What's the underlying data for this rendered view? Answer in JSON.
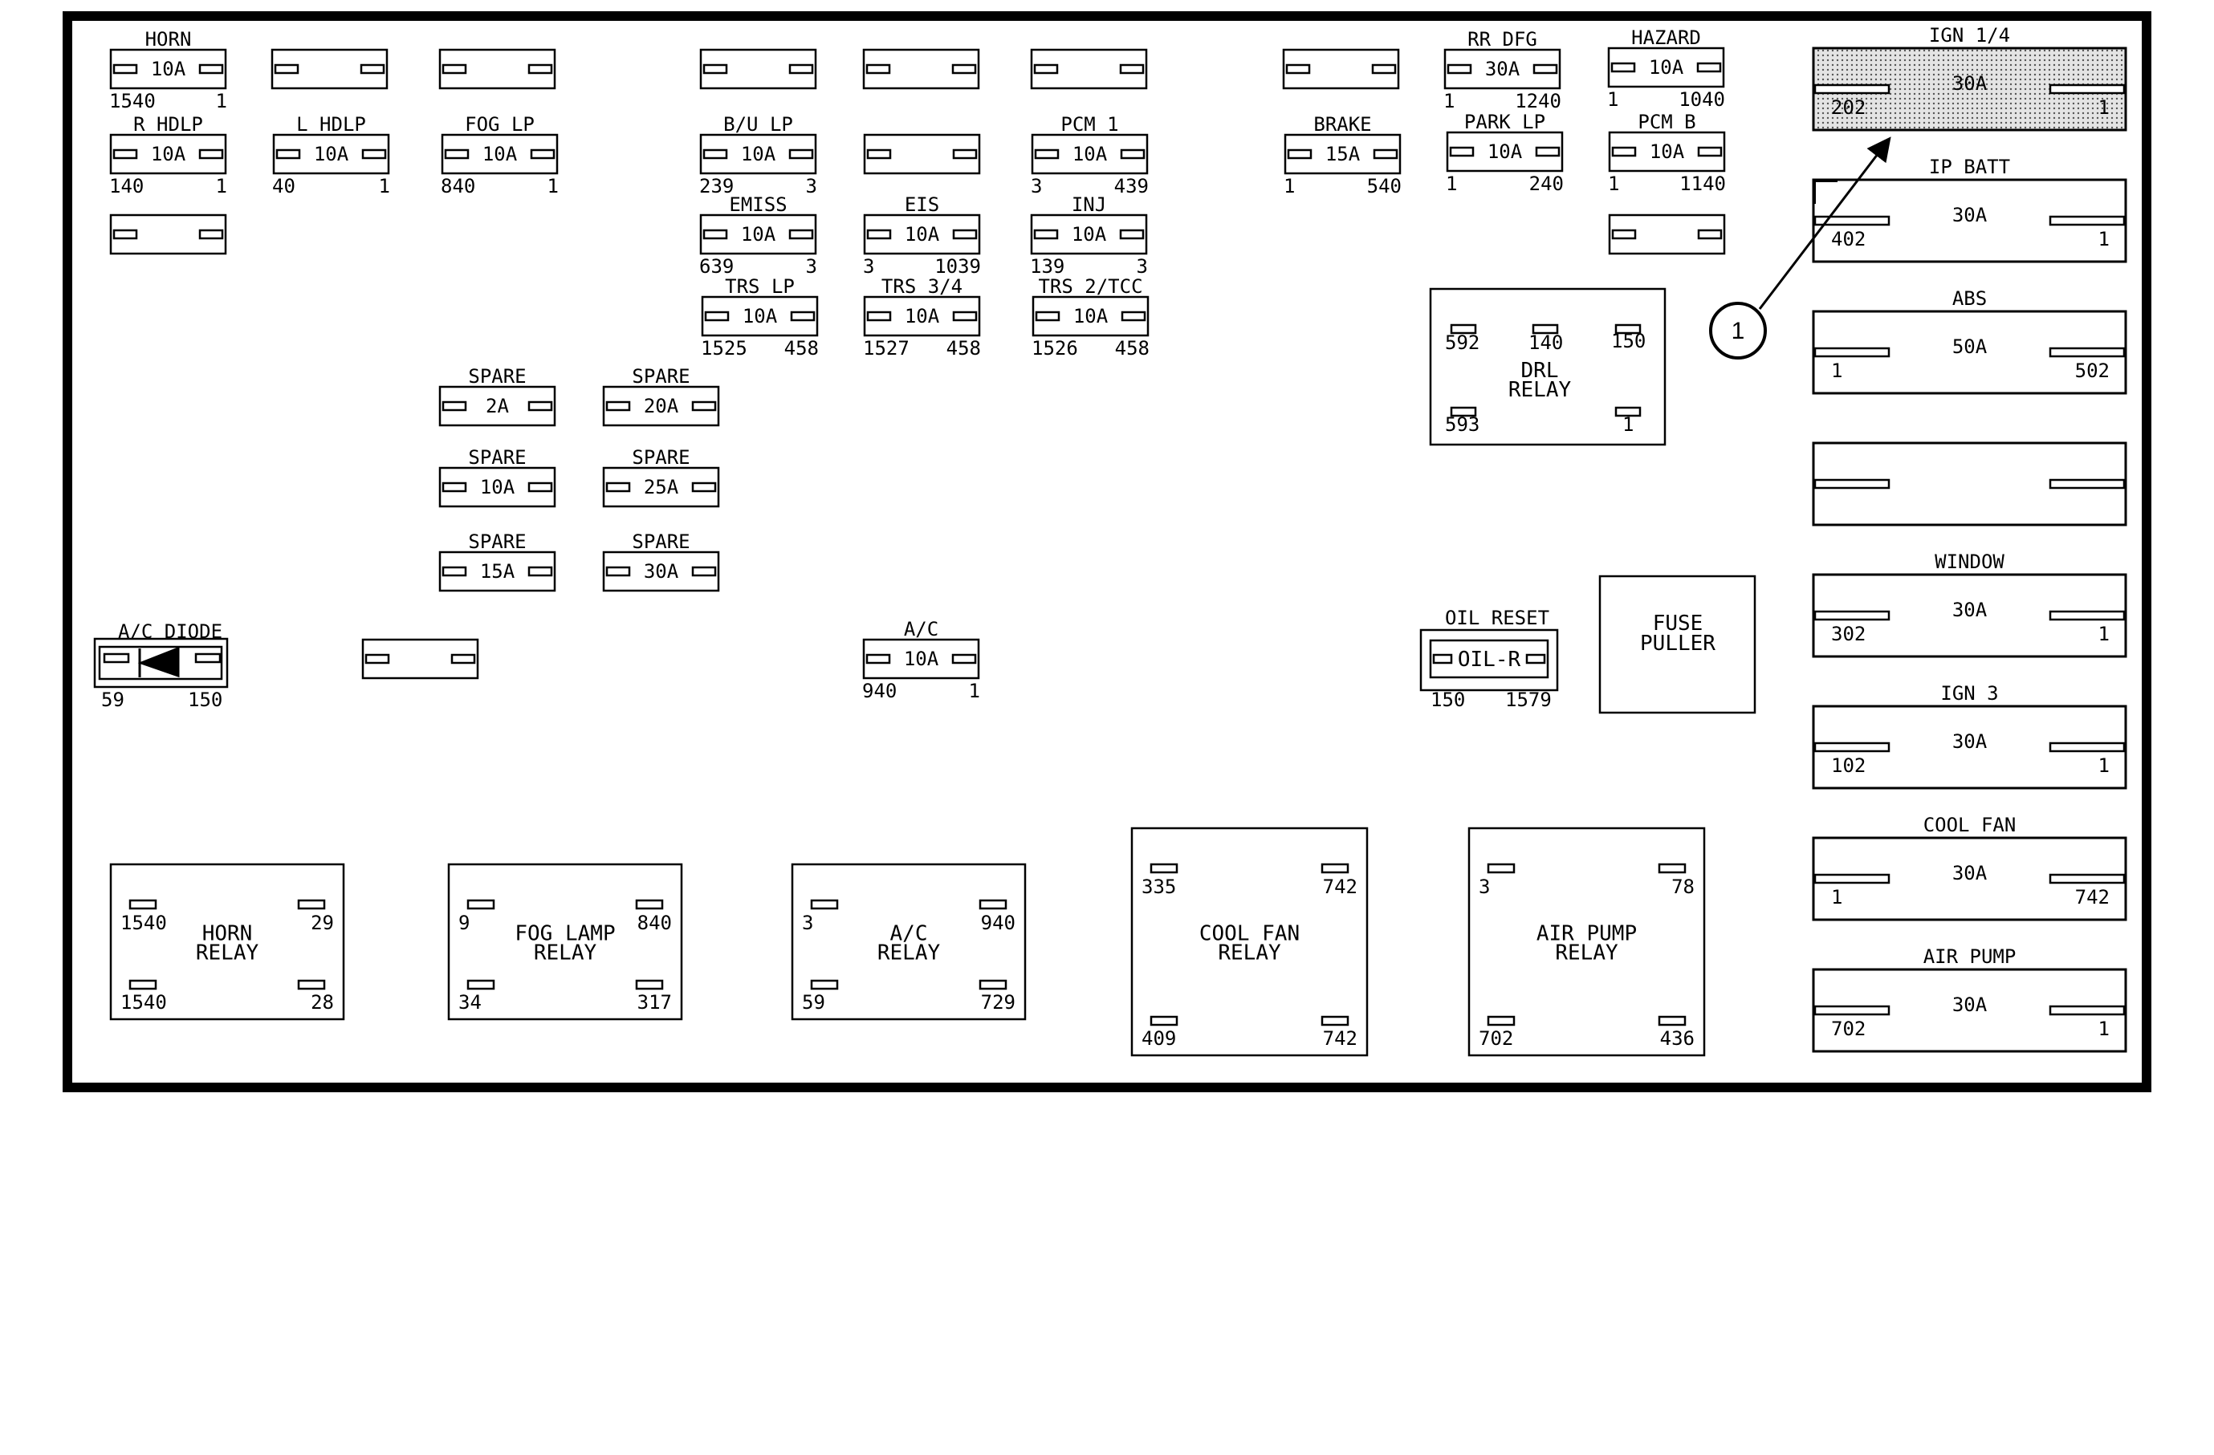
{
  "colors": {
    "ink": "#000000",
    "paper": "#ffffff",
    "highlight_fill": "#d8d8d8"
  },
  "callout": {
    "number": "1"
  },
  "mini_fuses": [
    {
      "label": "HORN",
      "rating": "10A",
      "left": "1540",
      "right": "1"
    },
    {
      "label": "",
      "rating": "",
      "left": "",
      "right": ""
    },
    {
      "label": "",
      "rating": "",
      "left": "",
      "right": ""
    },
    {
      "label": "",
      "rating": "",
      "left": "",
      "right": ""
    },
    {
      "label": "",
      "rating": "",
      "left": "",
      "right": ""
    },
    {
      "label": "",
      "rating": "",
      "left": "",
      "right": ""
    },
    {
      "label": "",
      "rating": "",
      "left": "",
      "right": ""
    },
    {
      "label": "RR DFG",
      "rating": "30A",
      "left": "1",
      "right": "1240"
    },
    {
      "label": "HAZARD",
      "rating": "10A",
      "left": "1",
      "right": "1040"
    },
    {
      "label": "R HDLP",
      "rating": "10A",
      "left": "140",
      "right": "1"
    },
    {
      "label": "L HDLP",
      "rating": "10A",
      "left": "40",
      "right": "1"
    },
    {
      "label": "FOG LP",
      "rating": "10A",
      "left": "840",
      "right": "1"
    },
    {
      "label": "B/U LP",
      "rating": "10A",
      "left": "239",
      "right": "3"
    },
    {
      "label": "",
      "rating": "",
      "left": "",
      "right": ""
    },
    {
      "label": "PCM 1",
      "rating": "10A",
      "left": "3",
      "right": "439"
    },
    {
      "label": "BRAKE",
      "rating": "15A",
      "left": "1",
      "right": "540"
    },
    {
      "label": "PARK LP",
      "rating": "10A",
      "left": "1",
      "right": "240"
    },
    {
      "label": "PCM B",
      "rating": "10A",
      "left": "1",
      "right": "1140"
    },
    {
      "label": "",
      "rating": "",
      "left": "",
      "right": ""
    },
    {
      "label": "EMISS",
      "rating": "10A",
      "left": "639",
      "right": "3"
    },
    {
      "label": "EIS",
      "rating": "10A",
      "left": "3",
      "right": "1039"
    },
    {
      "label": "INJ",
      "rating": "10A",
      "left": "139",
      "right": "3"
    },
    {
      "label": "",
      "rating": "",
      "left": "",
      "right": ""
    },
    {
      "label": "TRS LP",
      "rating": "10A",
      "left": "1525",
      "right": "458"
    },
    {
      "label": "TRS 3/4",
      "rating": "10A",
      "left": "1527",
      "right": "458"
    },
    {
      "label": "TRS 2/TCC",
      "rating": "10A",
      "left": "1526",
      "right": "458"
    },
    {
      "label": "SPARE",
      "rating": "2A",
      "left": "",
      "right": ""
    },
    {
      "label": "SPARE",
      "rating": "20A",
      "left": "",
      "right": ""
    },
    {
      "label": "SPARE",
      "rating": "10A",
      "left": "",
      "right": ""
    },
    {
      "label": "SPARE",
      "rating": "25A",
      "left": "",
      "right": ""
    },
    {
      "label": "SPARE",
      "rating": "15A",
      "left": "",
      "right": ""
    },
    {
      "label": "SPARE",
      "rating": "30A",
      "left": "",
      "right": ""
    },
    {
      "label": "",
      "rating": "",
      "left": "",
      "right": ""
    },
    {
      "label": "A/C",
      "rating": "10A",
      "left": "940",
      "right": "1"
    }
  ],
  "ac_diode": {
    "label": "A/C DIODE",
    "left": "59",
    "right": "150"
  },
  "oil_reset": {
    "label": "OIL RESET",
    "inner": "OIL-R",
    "left": "150",
    "right": "1579"
  },
  "fuse_puller": {
    "line1": "FUSE",
    "line2": "PULLER"
  },
  "drl_relay": {
    "line1": "DRL",
    "line2": "RELAY",
    "t1": "592",
    "t2": "140",
    "t3": "150",
    "t4": "593",
    "t5": "1"
  },
  "relays": [
    {
      "line1": "HORN",
      "line2": "RELAY",
      "tl": "1540",
      "tr": "29",
      "bl": "1540",
      "br": "28"
    },
    {
      "line1": "FOG LAMP",
      "line2": "RELAY",
      "tl": "9",
      "tr": "840",
      "bl": "34",
      "br": "317"
    },
    {
      "line1": "A/C",
      "line2": "RELAY",
      "tl": "3",
      "tr": "940",
      "bl": "59",
      "br": "729"
    },
    {
      "line1": "COOL FAN",
      "line2": "RELAY",
      "tl": "335",
      "tr": "742",
      "bl": "409",
      "br": "742"
    },
    {
      "line1": "AIR PUMP",
      "line2": "RELAY",
      "tl": "3",
      "tr": "78",
      "bl": "702",
      "br": "436"
    }
  ],
  "maxi_fuses": [
    {
      "label": "IGN 1/4",
      "rating": "30A",
      "left": "202",
      "right": "1"
    },
    {
      "label": "IP BATT",
      "rating": "30A",
      "left": "402",
      "right": "1"
    },
    {
      "label": "ABS",
      "rating": "50A",
      "left": "1",
      "right": "502"
    },
    {
      "label": "",
      "rating": "",
      "left": "",
      "right": ""
    },
    {
      "label": "WINDOW",
      "rating": "30A",
      "left": "302",
      "right": "1"
    },
    {
      "label": "IGN 3",
      "rating": "30A",
      "left": "102",
      "right": "1"
    },
    {
      "label": "COOL FAN",
      "rating": "30A",
      "left": "1",
      "right": "742"
    },
    {
      "label": "AIR PUMP",
      "rating": "30A",
      "left": "702",
      "right": "1"
    }
  ]
}
